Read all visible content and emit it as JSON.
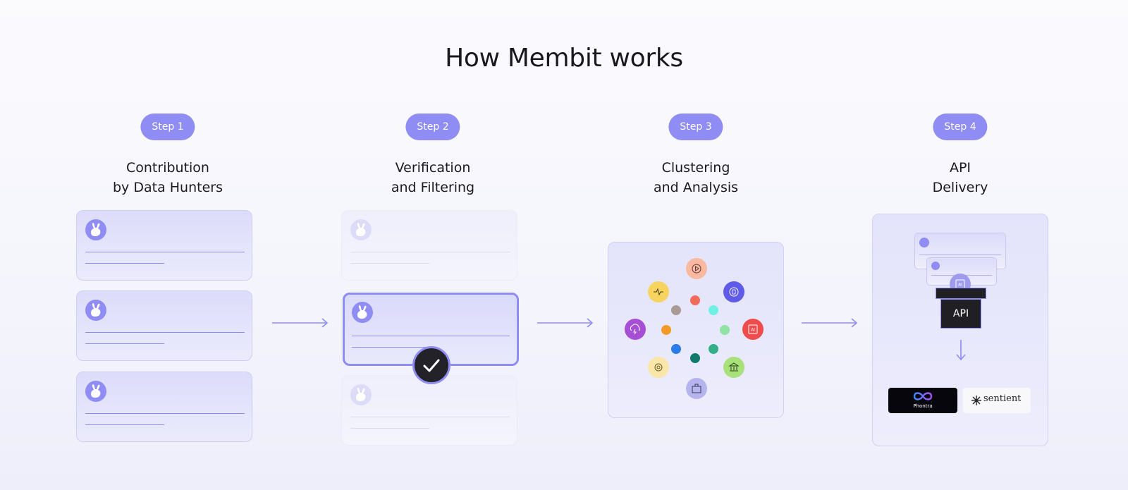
{
  "title": "How Membit works",
  "steps": [
    {
      "label": "Step 1",
      "title_line1": "Contribution",
      "title_line2": "by Data Hunters"
    },
    {
      "label": "Step 2",
      "title_line1": "Verification",
      "title_line2": "and Filtering"
    },
    {
      "label": "Step 3",
      "title_line1": "Clustering",
      "title_line2": "and Analysis"
    },
    {
      "label": "Step 4",
      "title_line1": "API",
      "title_line2": "Delivery"
    }
  ],
  "api_label": "API",
  "ai_label": "AI",
  "partners": [
    {
      "name": "Phontra",
      "icon": "infinity-logo-icon"
    },
    {
      "name": "sentient",
      "icon": "sentient-burst-icon"
    }
  ],
  "cluster_icons": [
    "play-icon",
    "pulse-icon",
    "database-icon",
    "cloud-lightning-icon",
    "ai-chip-icon",
    "gear-icon",
    "bank-icon",
    "briefcase-icon",
    "music-icon",
    "target-icon",
    "crown-icon",
    "sparkle-icon",
    "triangle-icon",
    "fingerprint-icon",
    "leaf-icon",
    "percent-icon"
  ],
  "colors": {
    "accent": "#8f8cf3",
    "dark": "#222228"
  }
}
